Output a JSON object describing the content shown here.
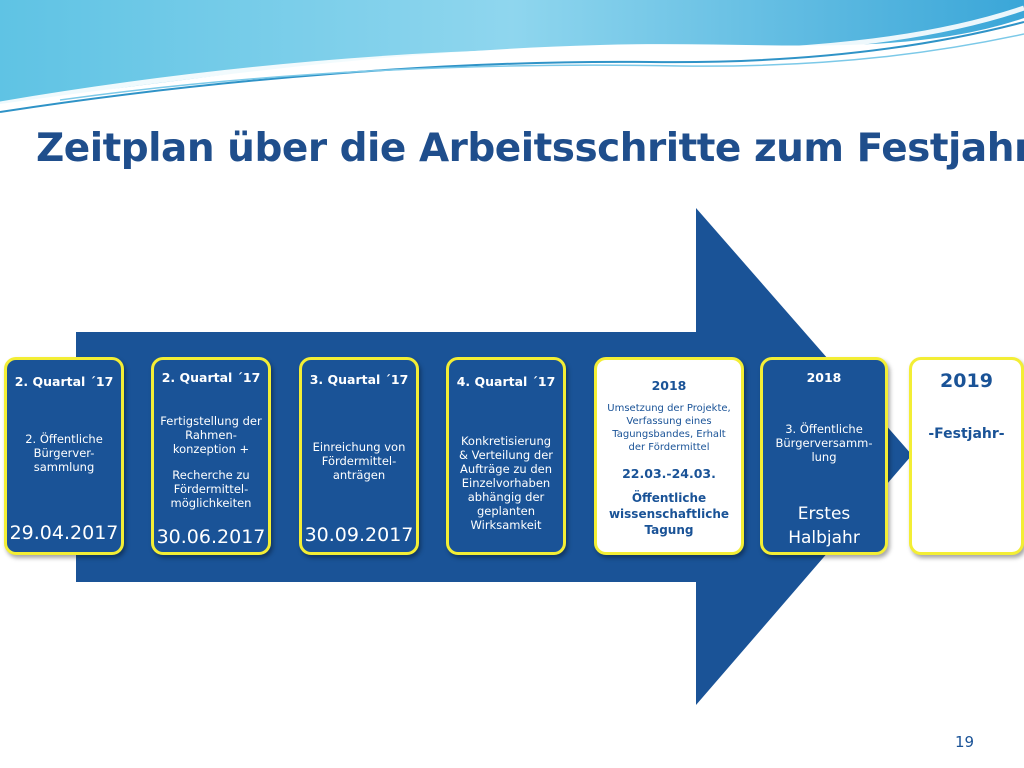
{
  "title": "Zeitplan über die Arbeitsschritte zum Festjahr",
  "page_number": "19",
  "colors": {
    "accent": "#1a5397",
    "title": "#1f4e8c",
    "card_border": "#f3ee35"
  },
  "cards": [
    {
      "header": "2. Quartal ´17",
      "text": "2. Öffentliche Bürgerver-sammlung",
      "date": "29.04.2017"
    },
    {
      "header": "2. Quartal ´17",
      "text": "Fertigstellung der Rahmen-konzeption +",
      "text2": "Recherche zu Fördermittel-möglichkeiten",
      "date": "30.06.2017"
    },
    {
      "header": "3. Quartal ´17",
      "text": "Einreichung von Fördermittel-anträgen",
      "date": "30.09.2017"
    },
    {
      "header": "4. Quartal ´17",
      "text": "Konkretisierung & Verteilung der Aufträge zu den Einzelvorhaben abhängig der geplanten Wirksamkeit"
    },
    {
      "header": "2018",
      "text": "Umsetzung der Projekte, Verfassung eines Tagungsbandes, Erhalt der Fördermittel",
      "date": "22.03.-24.03.",
      "text2": "Öffentliche wissenschaftliche Tagung"
    },
    {
      "header": "2018",
      "text": "3. Öffentliche Bürgerversamm-lung",
      "date": "Erstes Halbjahr"
    },
    {
      "header": "2019",
      "text": "-Festjahr-"
    }
  ]
}
